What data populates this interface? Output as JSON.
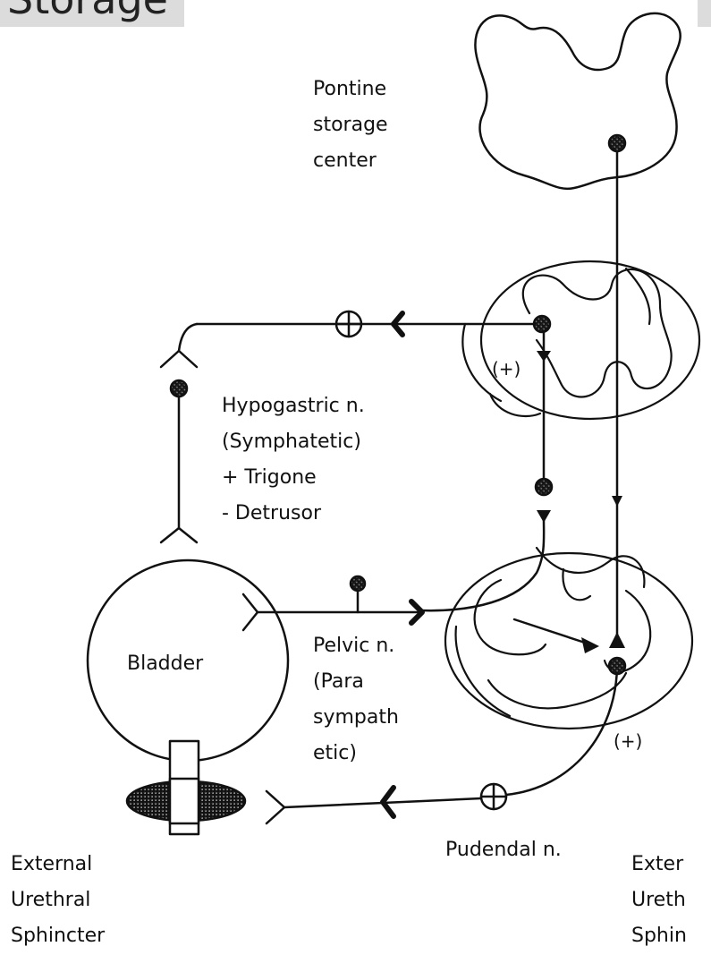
{
  "title": "Storage",
  "labels": {
    "pontine": [
      "Pontine",
      "storage",
      "center"
    ],
    "hypogastric": [
      "Hypogastric n.",
      "(Symphatetic)",
      "+ Trigone",
      "- Detrusor"
    ],
    "pelvic": [
      "Pelvic n.",
      "(Para",
      "sympath",
      "etic)"
    ],
    "bladder": "Bladder",
    "pudendal": "Pudendal n.",
    "external_left": [
      "External",
      "Urethral",
      "Sphincter"
    ],
    "external_right": [
      "Exter",
      "Ureth",
      "Sphin"
    ],
    "plus_upper": "(+)",
    "plus_lower": "(+)"
  },
  "colors": {
    "line": "#111111",
    "background": "#ffffff",
    "title_bg": "#dcdcdc"
  }
}
